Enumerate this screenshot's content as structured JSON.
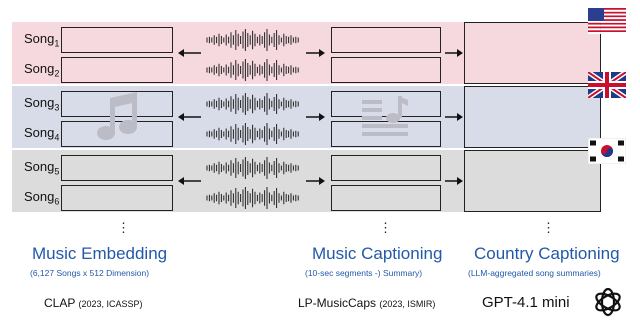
{
  "rows": [
    {
      "song": "Song",
      "sub": "1",
      "group": 0
    },
    {
      "song": "Song",
      "sub": "2",
      "group": 0
    },
    {
      "song": "Song",
      "sub": "3",
      "group": 1
    },
    {
      "song": "Song",
      "sub": "4",
      "group": 1
    },
    {
      "song": "Song",
      "sub": "5",
      "group": 2
    },
    {
      "song": "Song",
      "sub": "6",
      "group": 2
    }
  ],
  "groups": [
    {
      "color": "#f6d9de",
      "flag": "us-flag"
    },
    {
      "color": "#d8dce8",
      "flag": "uk-flag"
    },
    {
      "color": "#dcdcdc",
      "flag": "kr-flag"
    }
  ],
  "ellipsis": "⋮",
  "columns": {
    "embedding": {
      "title": "Music Embedding",
      "sub": "(6,127 Songs x 512 Dimension)",
      "model": "CLAP",
      "model_note": "(2023, ICASSP)"
    },
    "captioning": {
      "title": "Music Captioning",
      "sub": "(10-sec segments -) Summary)",
      "model": "LP-MusicCaps",
      "model_note": "(2023, ISMIR)"
    },
    "country": {
      "title": "Country Captioning",
      "sub": "(LLM-aggregated song summaries)",
      "model": "GPT-4.1 mini",
      "model_icon": "openai-logo-icon"
    }
  },
  "icons": {
    "music_note": "music-note-icon",
    "caption": "caption-music-icon",
    "waveform": "waveform-icon"
  },
  "colors": {
    "accent": "#2259a8"
  }
}
